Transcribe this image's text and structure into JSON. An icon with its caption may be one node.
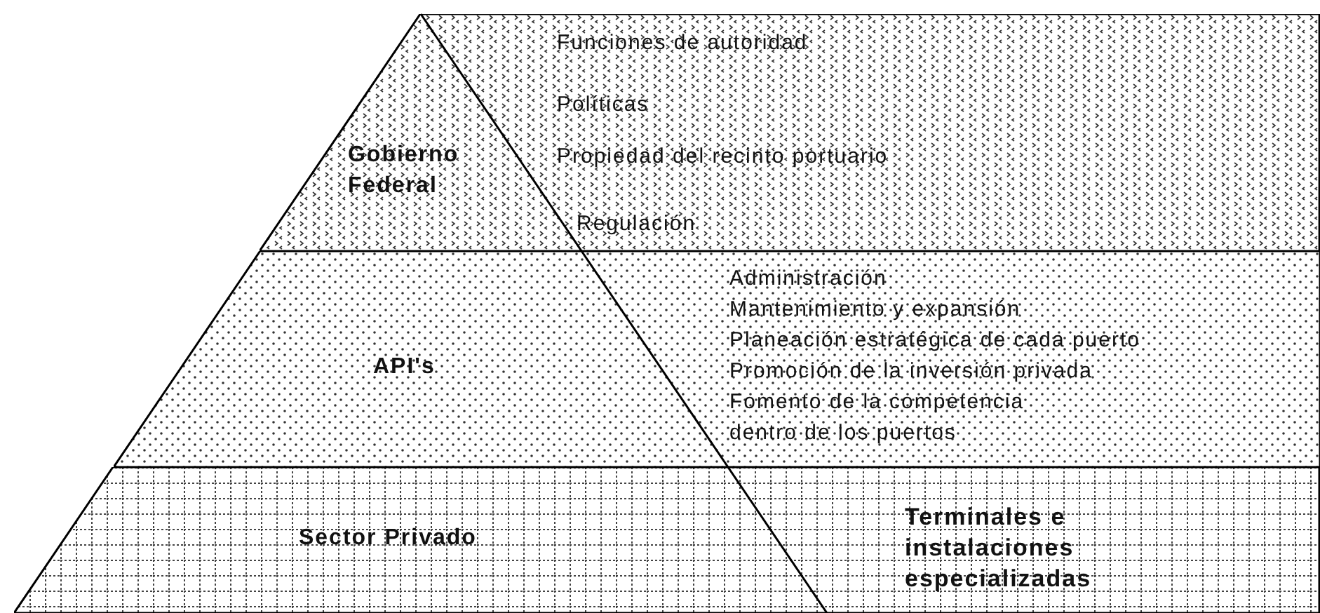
{
  "diagram": {
    "nodes": [
      {
        "text": [
          "Gobierno Federal",
          "Funciones de autoridad",
          "Políticas",
          "Propiedad del recinto portuario",
          "Regulación"
        ]
      },
      {
        "text": [
          "API's",
          "Administración",
          "Mantenimiento y expansión",
          "Planeación estratégica de cada puerto",
          "Promoción de la inversión privada",
          "Fomento de la competencia dentro de los puertos"
        ]
      },
      {
        "text": [
          "Sector Privado",
          "Terminales e instalaciones especializadas"
        ]
      }
    ]
  }
}
